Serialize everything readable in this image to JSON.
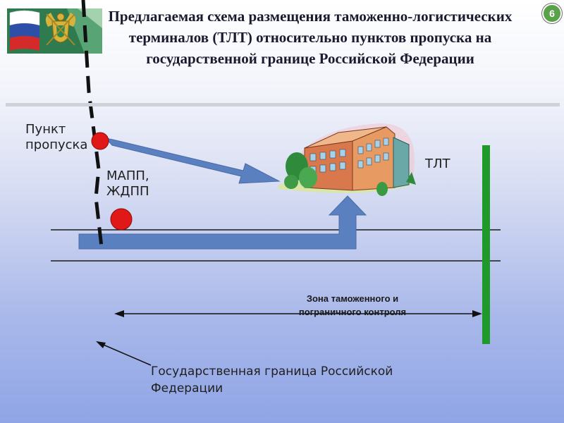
{
  "title": "Предлагаемая схема размещения таможенно-логистических терминалов (ТЛТ) относительно пунктов пропуска на государственной границе Российской Федерации",
  "slide_number": "6",
  "labels": {
    "checkpoint": "Пункт пропуска",
    "mapp": "МАПП, ЖДПП",
    "tlt": "ТЛТ",
    "control_zone": "Зона таможенного и пограничного контроля",
    "state_border": "Государственная граница Российской Федерации"
  },
  "icons": {
    "emblem": "russian-flag-customs-emblem-icon",
    "terminal": "terminal-building-icon"
  },
  "colors": {
    "arrow": "#5b80c0",
    "marker": "#e01818",
    "tlt_boundary": "#1f9a2a",
    "title": "#1a1a2e"
  }
}
